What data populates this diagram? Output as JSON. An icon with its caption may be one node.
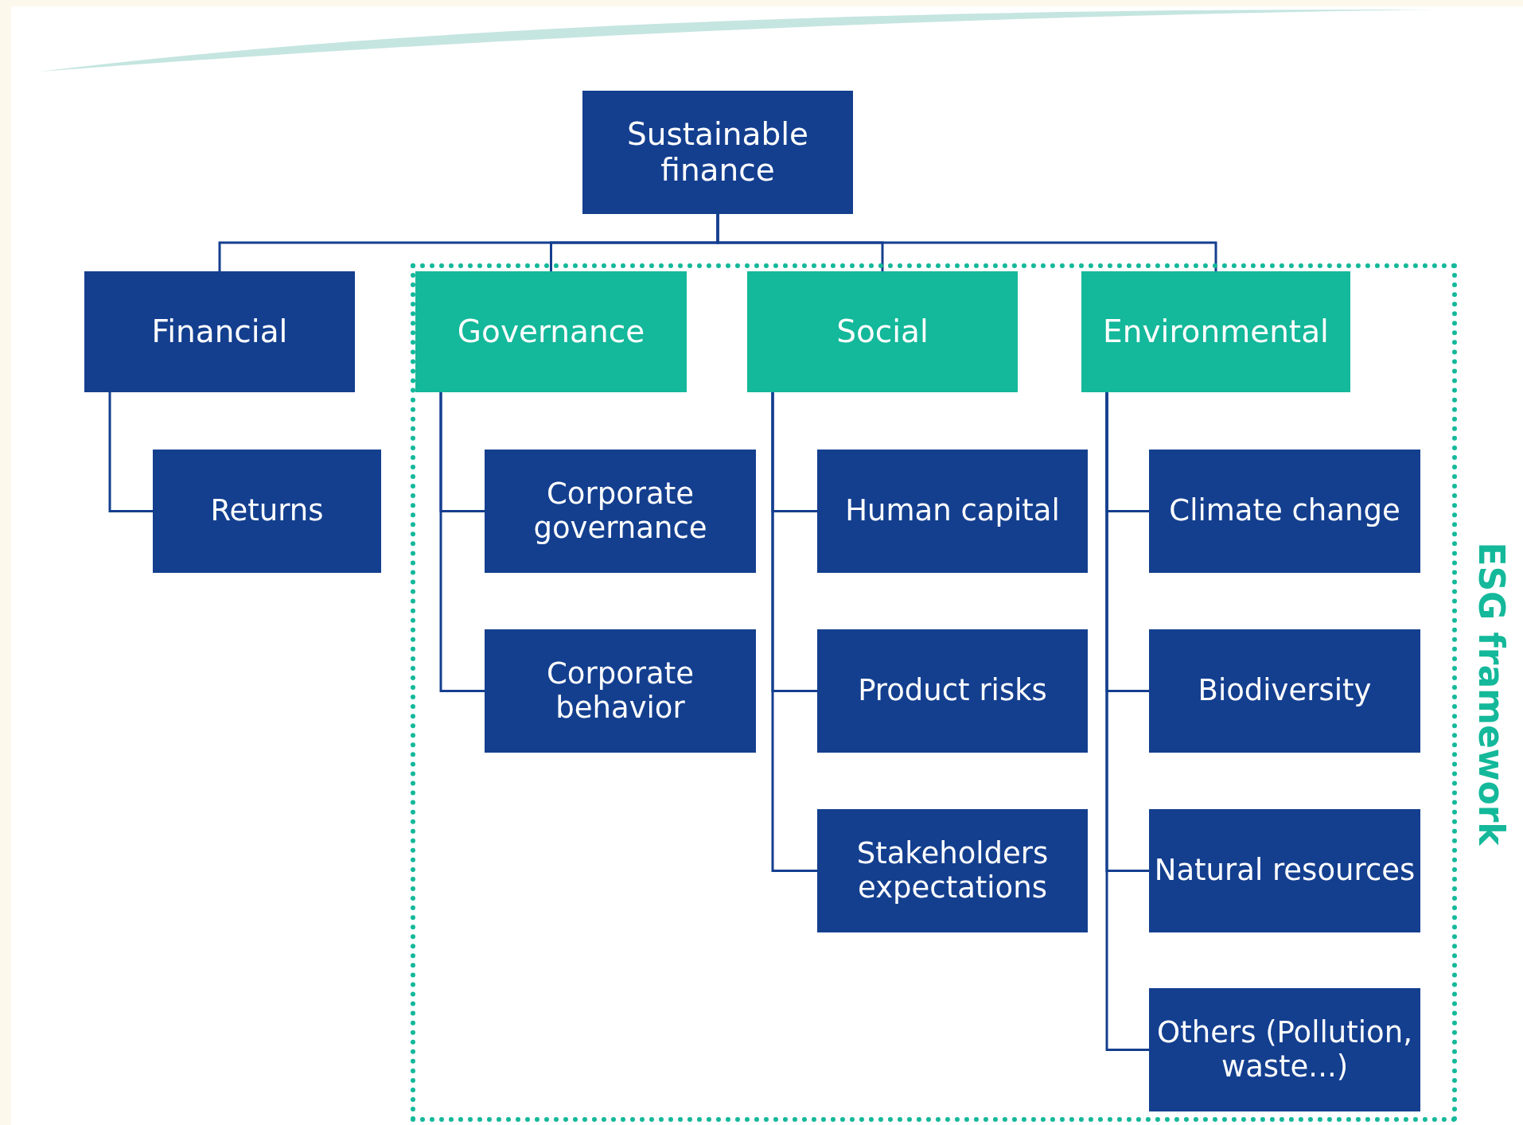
{
  "diagram": {
    "nodes": [
      {
        "text": [
          "Sustainable finance"
        ]
      },
      {
        "text": [
          "Financial"
        ]
      },
      {
        "text": [
          "Returns"
        ]
      },
      {
        "text": [
          "ESG framework"
        ]
      },
      {
        "text": [
          "Governance"
        ],
        "in": 3
      },
      {
        "text": [
          "Corporate governance"
        ],
        "in": 3
      },
      {
        "text": [
          "Corporate behavior"
        ],
        "in": 3
      },
      {
        "text": [
          "Social"
        ],
        "in": 3
      },
      {
        "text": [
          "Human capital"
        ],
        "in": 3
      },
      {
        "text": [
          "Product risks"
        ],
        "in": 3
      },
      {
        "text": [
          "Stakeholders expectations"
        ],
        "in": 3
      },
      {
        "text": [
          "Environmental"
        ],
        "in": 3
      },
      {
        "text": [
          "Climate change"
        ],
        "in": 3
      },
      {
        "text": [
          "Biodiversity"
        ],
        "in": 3
      },
      {
        "text": [
          "Natural resources"
        ],
        "in": 3
      },
      {
        "text": [
          "Others (Pollution, waste...)"
        ],
        "in": 3
      }
    ],
    "edges": [
      {
        "from": 0,
        "to": 1,
        "arrow": "none"
      },
      {
        "from": 0,
        "to": 4,
        "arrow": "none"
      },
      {
        "from": 0,
        "to": 7,
        "arrow": "none"
      },
      {
        "from": 0,
        "to": 11,
        "arrow": "none"
      },
      {
        "from": 1,
        "to": 2,
        "arrow": "none"
      },
      {
        "from": 4,
        "to": 5,
        "arrow": "none"
      },
      {
        "from": 4,
        "to": 6,
        "arrow": "none"
      },
      {
        "from": 7,
        "to": 8,
        "arrow": "none"
      },
      {
        "from": 7,
        "to": 9,
        "arrow": "none"
      },
      {
        "from": 7,
        "to": 10,
        "arrow": "none"
      },
      {
        "from": 11,
        "to": 12,
        "arrow": "none"
      },
      {
        "from": 11,
        "to": 13,
        "arrow": "none"
      },
      {
        "from": 11,
        "to": 14,
        "arrow": "none"
      },
      {
        "from": 11,
        "to": 15,
        "arrow": "none"
      }
    ]
  }
}
